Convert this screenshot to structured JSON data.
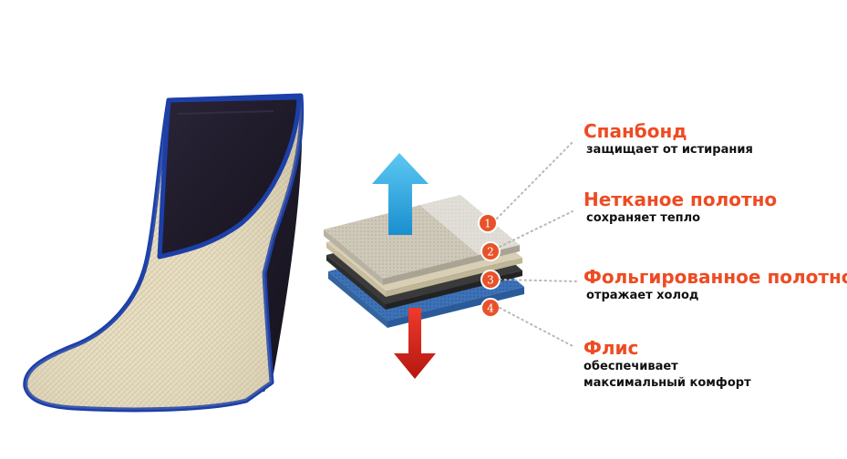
{
  "layers": [
    {
      "number": "1",
      "title": "Спанбонд",
      "description": "защищает от истирания",
      "color": "#c9c2b2"
    },
    {
      "number": "2",
      "title": "Нетканое полотно",
      "description": "сохраняет тепло",
      "color": "#d8cfb5"
    },
    {
      "number": "3",
      "title": "Фольгированное полотно",
      "description": "отражает холод",
      "color": "#3a3a3a"
    },
    {
      "number": "4",
      "title": "Флис",
      "description": "обеспечивает",
      "description_line2": "максимальный комфорт",
      "color": "#3a6fb5"
    }
  ],
  "colors": {
    "accent": "#ee4b23",
    "badge": "#e8522a",
    "arrow_up": "#29a8e0",
    "arrow_down": "#d9261c",
    "boot_border": "#1c3fa8",
    "boot_inner": "#1e1a2a",
    "boot_felt": "#e6dcc0"
  },
  "icons": {
    "up_arrow": "arrow-up-icon",
    "down_arrow": "arrow-down-icon"
  }
}
